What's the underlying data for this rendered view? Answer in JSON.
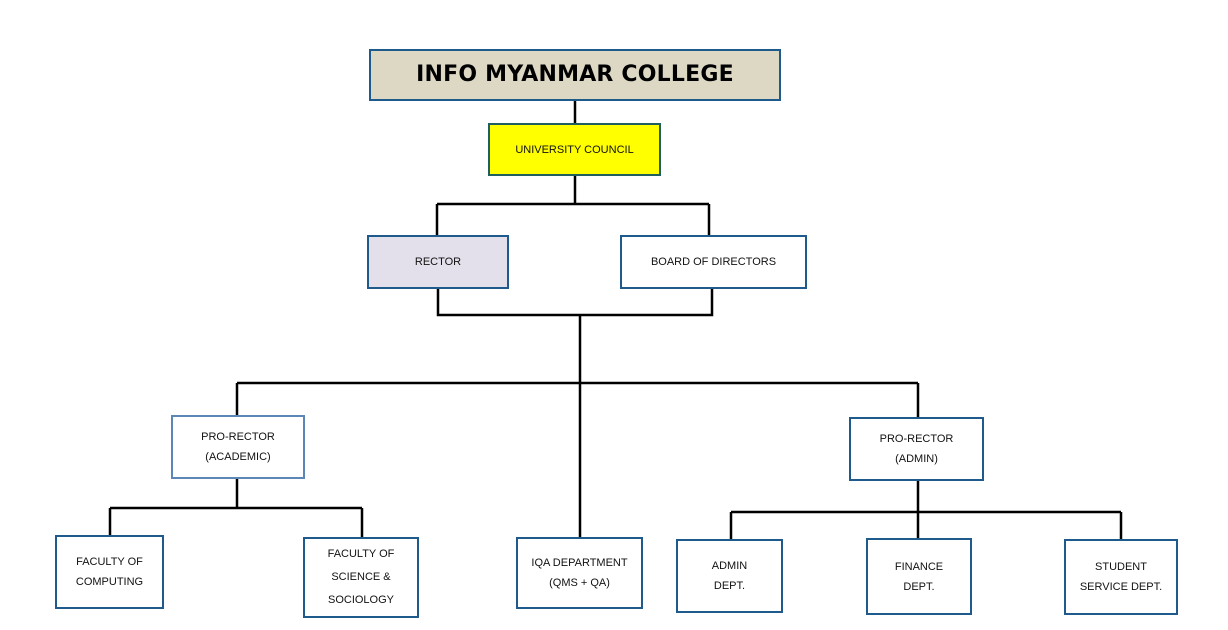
{
  "chart": {
    "title": "INFO MYANMAR COLLEGE",
    "council": "UNIVERSITY COUNCIL",
    "rector": "RECTOR",
    "board": "BOARD OF DIRECTORS",
    "pro_rector_academic": [
      "PRO-RECTOR",
      "(ACADEMIC)"
    ],
    "pro_rector_admin": [
      "PRO-RECTOR",
      "(ADMIN)"
    ],
    "faculty_computing": [
      "FACULTY OF",
      "COMPUTING"
    ],
    "faculty_science": [
      "FACULTY OF",
      "SCIENCE &",
      "SOCIOLOGY"
    ],
    "iqa": [
      "IQA DEPARTMENT",
      "(QMS + QA)"
    ],
    "admin_dept": [
      "ADMIN",
      "DEPT."
    ],
    "finance_dept": [
      "FINANCE",
      "DEPT."
    ],
    "student_dept": [
      "STUDENT",
      "SERVICE DEPT."
    ]
  },
  "colors": {
    "title_fill": "#ddd8c4",
    "council_fill": "#ffff00",
    "rector_fill": "#e3e0ec",
    "border": "#1f5a8c",
    "connector": "#000000"
  }
}
